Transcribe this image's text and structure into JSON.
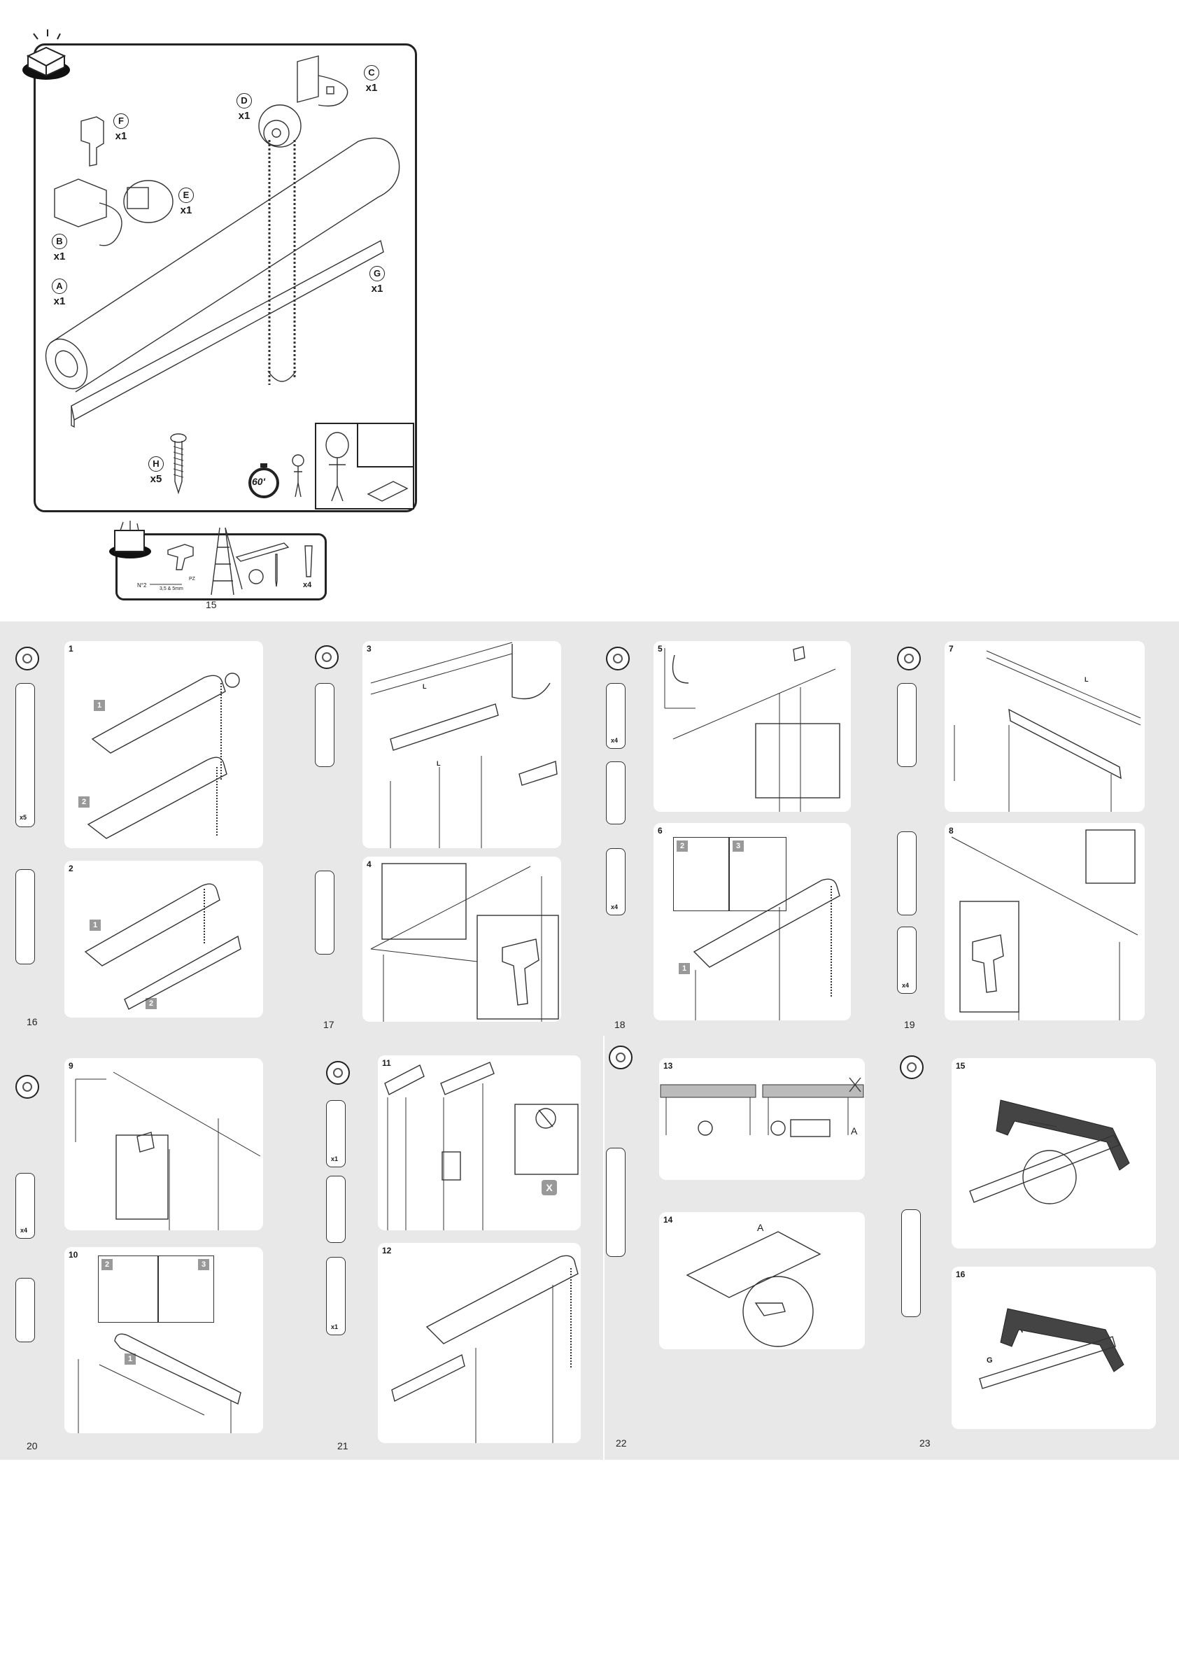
{
  "parts": [
    {
      "letter": "A",
      "qty": "x1"
    },
    {
      "letter": "B",
      "qty": "x1"
    },
    {
      "letter": "C",
      "qty": "x1"
    },
    {
      "letter": "D",
      "qty": "x1"
    },
    {
      "letter": "E",
      "qty": "x1"
    },
    {
      "letter": "F",
      "qty": "x1"
    },
    {
      "letter": "G",
      "qty": "x1"
    },
    {
      "letter": "H",
      "qty": "x5"
    }
  ],
  "timer_label": "60'",
  "tools": {
    "screwdriver": "N°2",
    "drill_bit": "3,5 & 5mm",
    "plug_qty": "x4",
    "tool_code": "PZ"
  },
  "page_numbers": {
    "p15": "15",
    "p16": "16",
    "p17": "17",
    "p18": "18",
    "p19": "19",
    "p20": "20",
    "p21": "21",
    "p22": "22",
    "p23": "23"
  },
  "steps": [
    "1",
    "2",
    "3",
    "4",
    "5",
    "6",
    "7",
    "8",
    "9",
    "10",
    "11",
    "12",
    "13",
    "14",
    "15",
    "16"
  ],
  "substeps": {
    "one": "1",
    "two": "2",
    "three": "3"
  },
  "labels": {
    "L": "L",
    "A": "A",
    "G": "G",
    "X": "X"
  },
  "side_qty": {
    "x5": "x5",
    "x4": "x4",
    "x1": "x1"
  }
}
